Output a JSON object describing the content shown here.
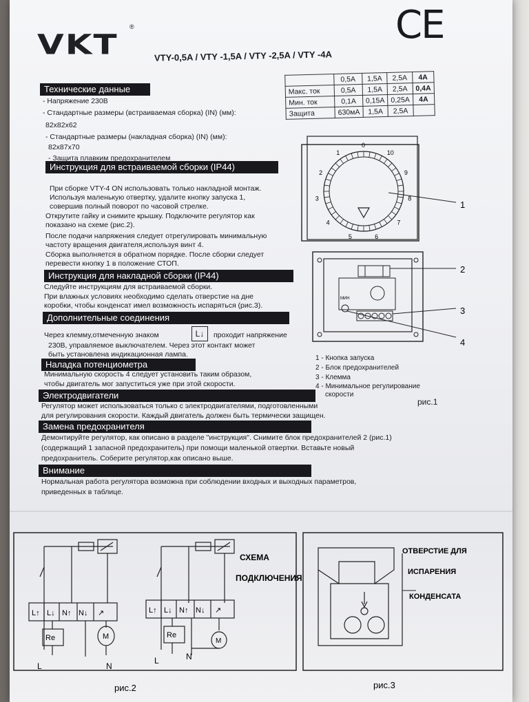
{
  "brand": "VKT",
  "brand_reg": "®",
  "ce_mark": "CE",
  "models": "VTY-0,5A / VTY -1,5A / VTY -2,5A / VTY -4A",
  "tech": {
    "title": "Технические данные",
    "voltage": "- Напряжение 230В",
    "builtin_label": "- Стандартные размеры (встраиваемая сборка) (IN) (мм):",
    "builtin_size": "82x82x62",
    "surface_label": "- Стандартные размеры (накладная сборка) (IN) (мм):",
    "surface_size": "82x87x70",
    "fuse": "- Защита плавким предохранителем"
  },
  "spec_table": {
    "header": [
      "",
      "0,5A",
      "1,5A",
      "2,5A",
      "4A"
    ],
    "rows": [
      [
        "Макс. ток",
        "0,5A",
        "1,5A",
        "2,5A",
        "0,4A"
      ],
      [
        "Мин. ток",
        "0,1A",
        "0,15A",
        "0,25A",
        "4A"
      ],
      [
        "Защита",
        "630мА",
        "1,5A",
        "2,5A",
        ""
      ]
    ]
  },
  "builtin": {
    "title": "Инструкция для встраиваемой сборки (IP44)",
    "lines": [
      "При сборке VTY-4 ON использовать только накладной монтаж.",
      "Используя маленькую отвертку, удалите кнопку запуска 1,",
      "совершив полный поворот по часовой стрелке.",
      "Открутите гайку и снимите крышку. Подключите регулятор как",
      "показано на схеме (рис.2).",
      "После подачи напряжения следует отрегулировать минимальную",
      "частоту вращения двигателя,используя винт 4.",
      "Сборка выполняется в обратном порядке. После сборки следует",
      "перевести кнопку 1 в положение СТОП."
    ]
  },
  "surface": {
    "title": "Инструкция для накладной сборки (IP44)",
    "lines": [
      "Следуйте инструкциям для встраиваемой сборки.",
      "При влажных условиях необходимо сделать отверстие на дне",
      "коробки, чтобы конденсат имел возможность испаряться (рис.3)."
    ]
  },
  "extra": {
    "title": "Дополнительные соединения",
    "line1a": "Через клемму,отмеченную знаком",
    "symbol": "L↓",
    "line1b": "проходит напряжение",
    "line2": "230В, управляемое выключателем. Через этот контакт может",
    "line3": "быть установлена индикационная лампа."
  },
  "pot": {
    "title": "Наладка потенциометра",
    "lines": [
      "Минимальную скорость 4 следует установить таким образом,",
      "чтобы двигатель мог запуститься уже при этой скорости."
    ]
  },
  "motors": {
    "title": "Электродвигатели",
    "lines": [
      "Регулятор может использоваться только с электродвигателями, подготовленными",
      "для регулирования скорости. Каждый двигатель должен быть термически защищен."
    ]
  },
  "fuse": {
    "title": "Замена предохранителя",
    "lines": [
      "Демонтируйте регулятор, как описано в разделе \"инструкция\". Снимите блок предохранителей  2 (рис.1)",
      "(содержащий 1 запасной предохранитель) при помощи маленькой отвертки. Вставьте новый",
      "предохранитель. Соберите регулятор,как описано выше."
    ]
  },
  "attention": {
    "title": "Внимание",
    "lines": [
      "Нормальная работа регулятора возможна при соблюдении входных и выходных параметров,",
      "приведенных в таблице."
    ]
  },
  "fig1": {
    "caption": "рис.1",
    "dial": [
      "0",
      "10",
      "9",
      "8",
      "7",
      "6",
      "5",
      "4",
      "3",
      "2",
      "1"
    ],
    "callouts": [
      "1",
      "2",
      "3",
      "4"
    ],
    "min_label": "МИН",
    "legend": [
      {
        "n": "1",
        "text": "- Кнопка запуска"
      },
      {
        "n": "2",
        "text": "- Блок предохранителей"
      },
      {
        "n": "3",
        "text": "- Клемма"
      },
      {
        "n": "4",
        "text": "- Минимальное регулирование"
      }
    ],
    "legend_extra": "скорости"
  },
  "fig2": {
    "caption": "рис.2",
    "title1": "СХЕМА",
    "title2": "ПОДКЛЮЧЕНИЯ",
    "terms": [
      "L↑",
      "L↓",
      "N↑",
      "N↓",
      "↗"
    ],
    "re": "Re",
    "motor": "M",
    "l": "L",
    "n": "N"
  },
  "fig3": {
    "caption": "рис.3",
    "label1": "ОТВЕРСТИЕ ДЛЯ",
    "label2": "ИСПАРЕНИЯ",
    "label3": "КОНДЕНСАТА"
  }
}
